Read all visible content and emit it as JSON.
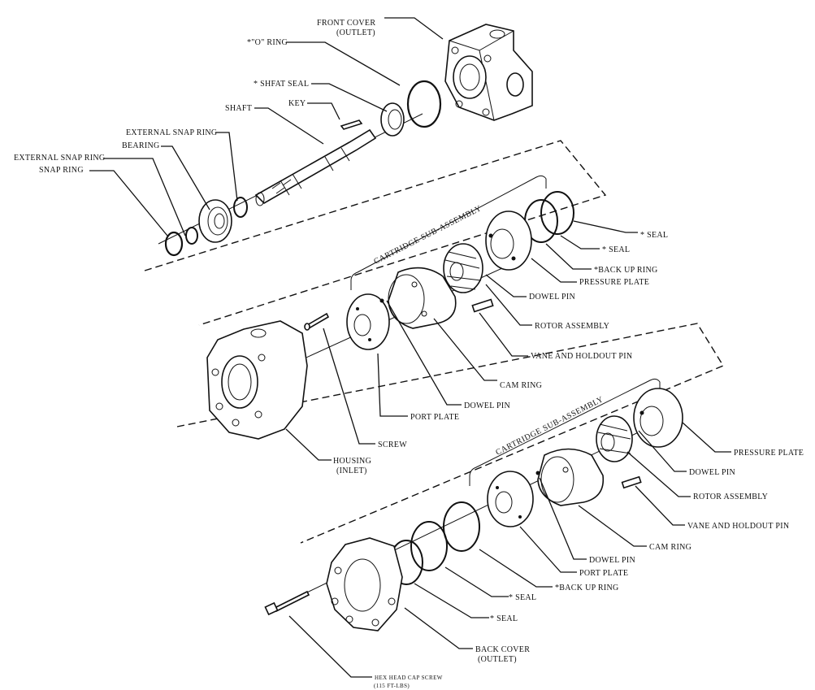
{
  "labels": {
    "front_cover": "FRONT COVER",
    "front_cover_outlet": "(OUTLET)",
    "o_ring": "*\"O\" RING",
    "shaft_seal": "* SHFAT SEAL",
    "key": "KEY",
    "shaft": "SHAFT",
    "external_snap_ring_1": "EXTERNAL SNAP RING",
    "bearing": "BEARING",
    "external_snap_ring_2": "EXTERNAL SNAP RING",
    "snap_ring": "SNAP RING",
    "cartridge_sub_assembly_1": "CARTRIDGE SUB-ASSEMBLY",
    "seal_1": "* SEAL",
    "seal_2": "* SEAL",
    "back_up_ring_1": "*BACK UP RING",
    "pressure_plate_1": "PRESSURE PLATE",
    "dowel_pin_1": "DOWEL PIN",
    "rotor_assembly_1": "ROTOR ASSEMBLY",
    "vane_holdout_pin_1": "VANE AND HOLDOUT PIN",
    "cam_ring_1": "CAM RING",
    "dowel_pin_2": "DOWEL PIN",
    "port_plate_1": "PORT PLATE",
    "screw": "SCREW",
    "housing": "HOUSING",
    "housing_inlet": "(INLET)",
    "cartridge_sub_assembly_2": "CARTRIDGE SUB-ASSEMBLY",
    "pressure_plate_2": "PRESSURE PLATE",
    "dowel_pin_3": "DOWEL PIN",
    "rotor_assembly_2": "ROTOR ASSEMBLY",
    "vane_holdout_pin_2": "VANE AND HOLDOUT PIN",
    "cam_ring_2": "CAM RING",
    "dowel_pin_4": "DOWEL PIN",
    "port_plate_2": "PORT PLATE",
    "back_up_ring_2": "*BACK UP RING",
    "seal_3": "* SEAL",
    "seal_4": "* SEAL",
    "back_cover": "BACK COVER",
    "back_cover_outlet": "(OUTLET)",
    "hex_cap_screw": "HEX  HEAD  CAP  SCREW",
    "hex_cap_screw_torque": "(115  FT-LBS)"
  },
  "colors": {
    "ink": "#111111",
    "paper": "#ffffff"
  }
}
